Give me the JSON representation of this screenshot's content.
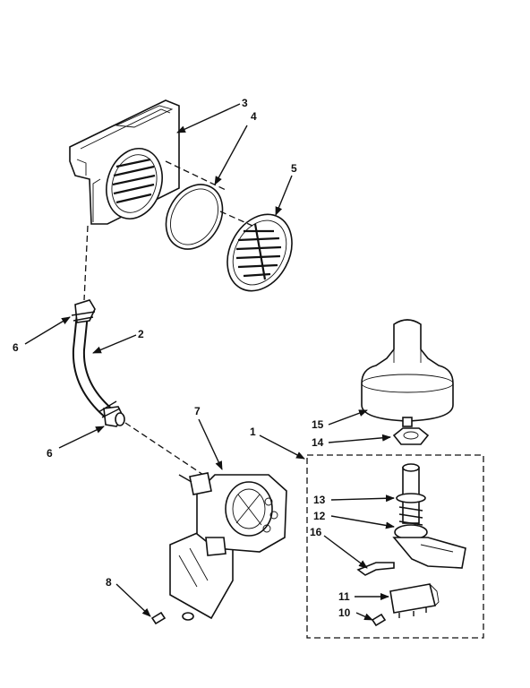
{
  "callouts": {
    "c1": "1",
    "c2": "2",
    "c3": "3",
    "c4": "4",
    "c5": "5",
    "c6a": "6",
    "c6b": "6",
    "c7": "7",
    "c8": "8",
    "c10": "10",
    "c11": "11",
    "c12": "12",
    "c13": "13",
    "c14": "14",
    "c15": "15",
    "c16": "16"
  }
}
